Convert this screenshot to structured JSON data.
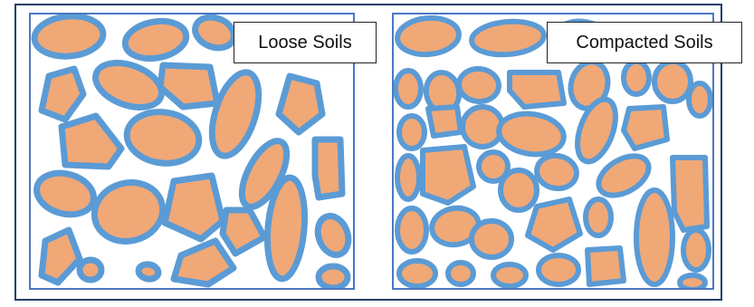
{
  "panels": [
    {
      "id": "loose",
      "label": "Loose Soils"
    },
    {
      "id": "compacted",
      "label": "Compacted Soils"
    }
  ],
  "colors": {
    "particle_fill": "#f0a877",
    "particle_outline": "#5b9bd5",
    "panel_border": "#4a78c2",
    "frame_border": "#1f3f6b"
  }
}
